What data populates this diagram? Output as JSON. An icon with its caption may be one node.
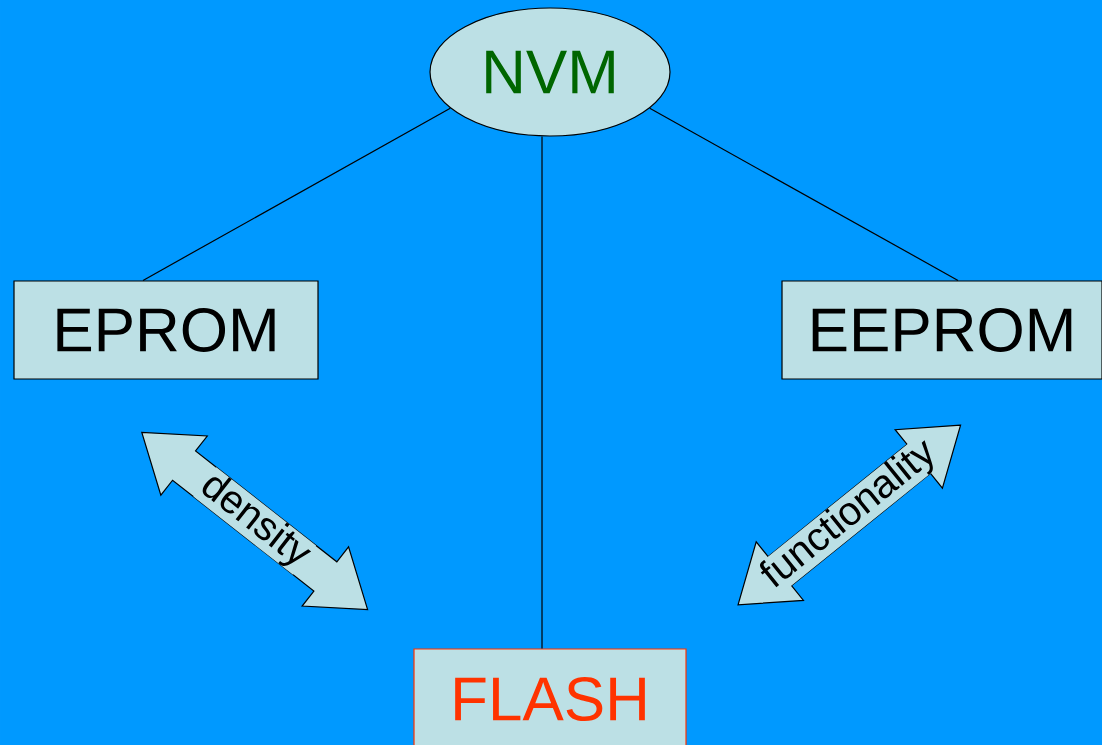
{
  "diagram": {
    "nodes": [
      {
        "text": [
          "NVM"
        ]
      },
      {
        "text": [
          "EPROM"
        ]
      },
      {
        "text": [
          "EEPROM"
        ]
      },
      {
        "text": [
          "FLASH"
        ]
      }
    ],
    "edges": [
      {
        "from": 0,
        "to": 1,
        "arrow": "none"
      },
      {
        "from": 0,
        "to": 3,
        "arrow": "none"
      },
      {
        "from": 0,
        "to": 2,
        "arrow": "none"
      },
      {
        "from": 1,
        "to": 3,
        "arrow": "both",
        "label": "density",
        "style": "thick",
        "color": "#bce0e5"
      },
      {
        "from": 2,
        "to": 3,
        "arrow": "both",
        "label": "functionality",
        "style": "thick",
        "color": "#bce0e5"
      }
    ]
  }
}
